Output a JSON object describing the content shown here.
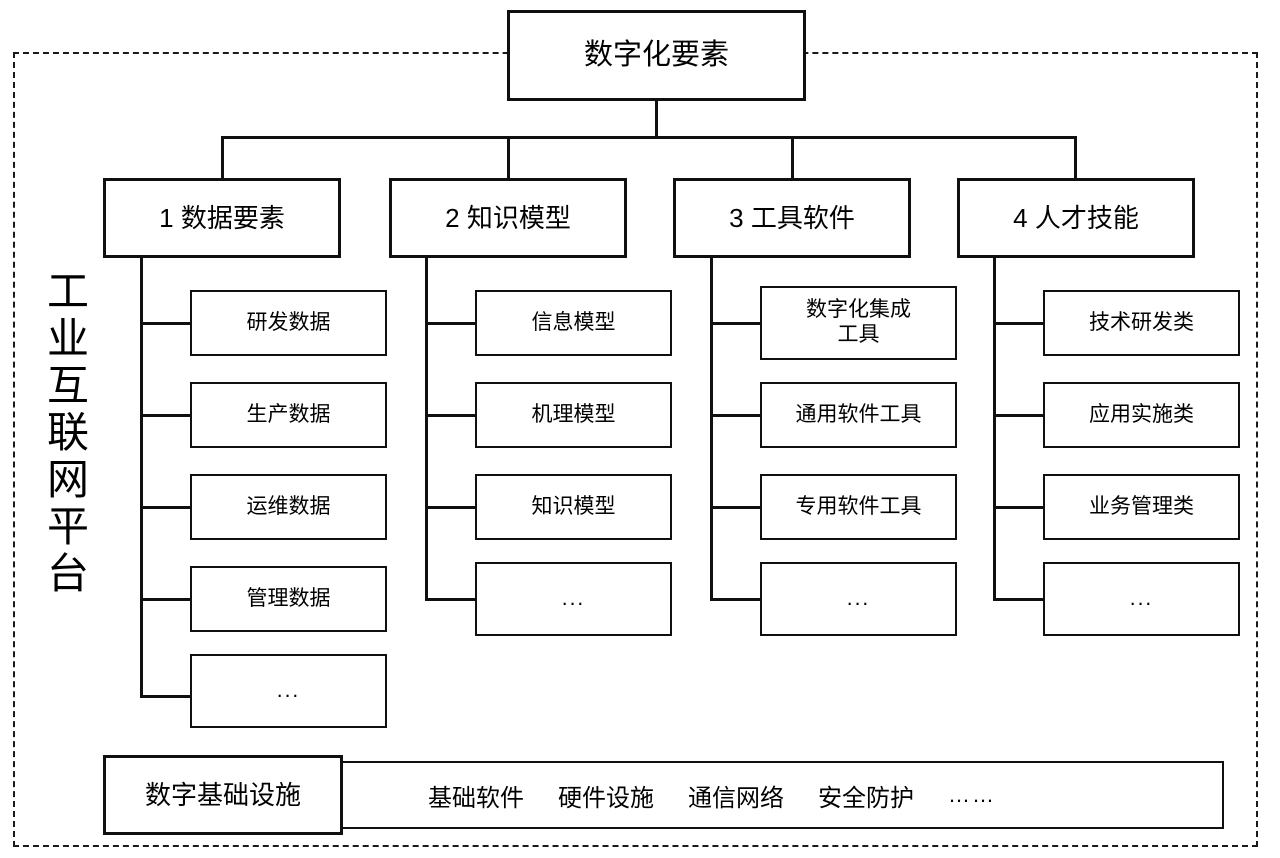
{
  "diagram": {
    "platform_label": "工业互联网平台",
    "platform_label_chars": [
      "工",
      "业",
      "互",
      "联",
      "网",
      "平",
      "台"
    ],
    "root": {
      "label": "数字化要素"
    },
    "categories": [
      {
        "id": 1,
        "header": "1 数据要素",
        "items": [
          "研发数据",
          "生产数据",
          "运维数据",
          "管理数据",
          "..."
        ]
      },
      {
        "id": 2,
        "header": "2 知识模型",
        "items": [
          "信息模型",
          "机理模型",
          "知识模型",
          "..."
        ]
      },
      {
        "id": 3,
        "header": "3 工具软件",
        "items": [
          "数字化集成\n工具",
          "通用软件工具",
          "专用软件工具",
          "..."
        ]
      },
      {
        "id": 4,
        "header": "4 人才技能",
        "items": [
          "技术研发类",
          "应用实施类",
          "业务管理类",
          "..."
        ]
      }
    ],
    "infrastructure": {
      "label": "数字基础设施",
      "items": [
        "基础软件",
        "硬件设施",
        "通信网络",
        "安全防护",
        "……"
      ]
    },
    "colors": {
      "stroke": "#101010",
      "frame_stroke": "#1a1a1a",
      "background": "#ffffff"
    }
  }
}
